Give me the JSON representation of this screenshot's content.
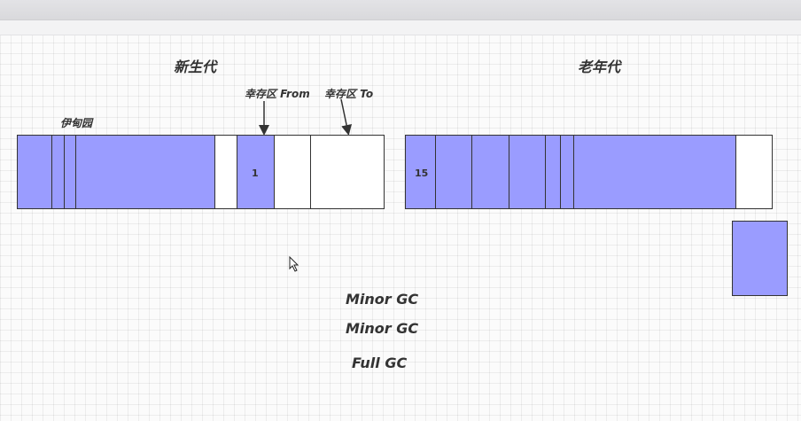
{
  "young_gen": {
    "title": "新生代",
    "eden_label": "伊甸园",
    "survivor_from_label": "幸存区 From",
    "survivor_to_label": "幸存区 To",
    "survivor_age": "1"
  },
  "old_gen": {
    "title": "老年代",
    "object_age": "15"
  },
  "gc_labels": [
    "Minor GC",
    "Minor GC",
    "Full GC"
  ],
  "colors": {
    "object_fill": "#9a9cff",
    "outline": "#333333",
    "background": "#fbfbfb"
  }
}
